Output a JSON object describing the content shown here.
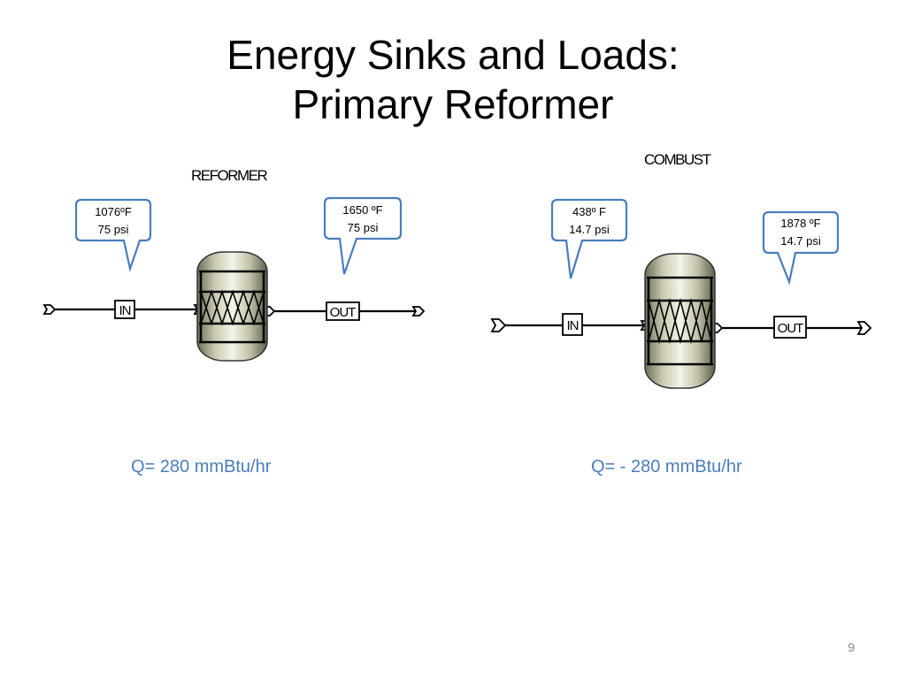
{
  "slide": {
    "title_line1": "Energy Sinks and Loads:",
    "title_line2": "Primary Reformer",
    "page_number": "9"
  },
  "reformer": {
    "label": "REFORMER",
    "inlet": {
      "temp": "1076ºF",
      "pressure": "75 psi"
    },
    "outlet": {
      "temp": "1650 ºF",
      "pressure": "75 psi"
    },
    "in_label": "IN",
    "out_label": "OUT",
    "heat_duty": "Q= 280 mmBtu/hr"
  },
  "combust": {
    "label": "COMBUST",
    "inlet": {
      "temp": "438º F",
      "pressure": "14.7 psi"
    },
    "outlet": {
      "temp": "1878 ºF",
      "pressure": "14.7 psi"
    },
    "in_label": "IN",
    "out_label": "OUT",
    "heat_duty": "Q= - 280 mmBtu/hr"
  },
  "colors": {
    "callout_border": "#4a7ebb",
    "heat_duty_text": "#4a7ebb"
  }
}
